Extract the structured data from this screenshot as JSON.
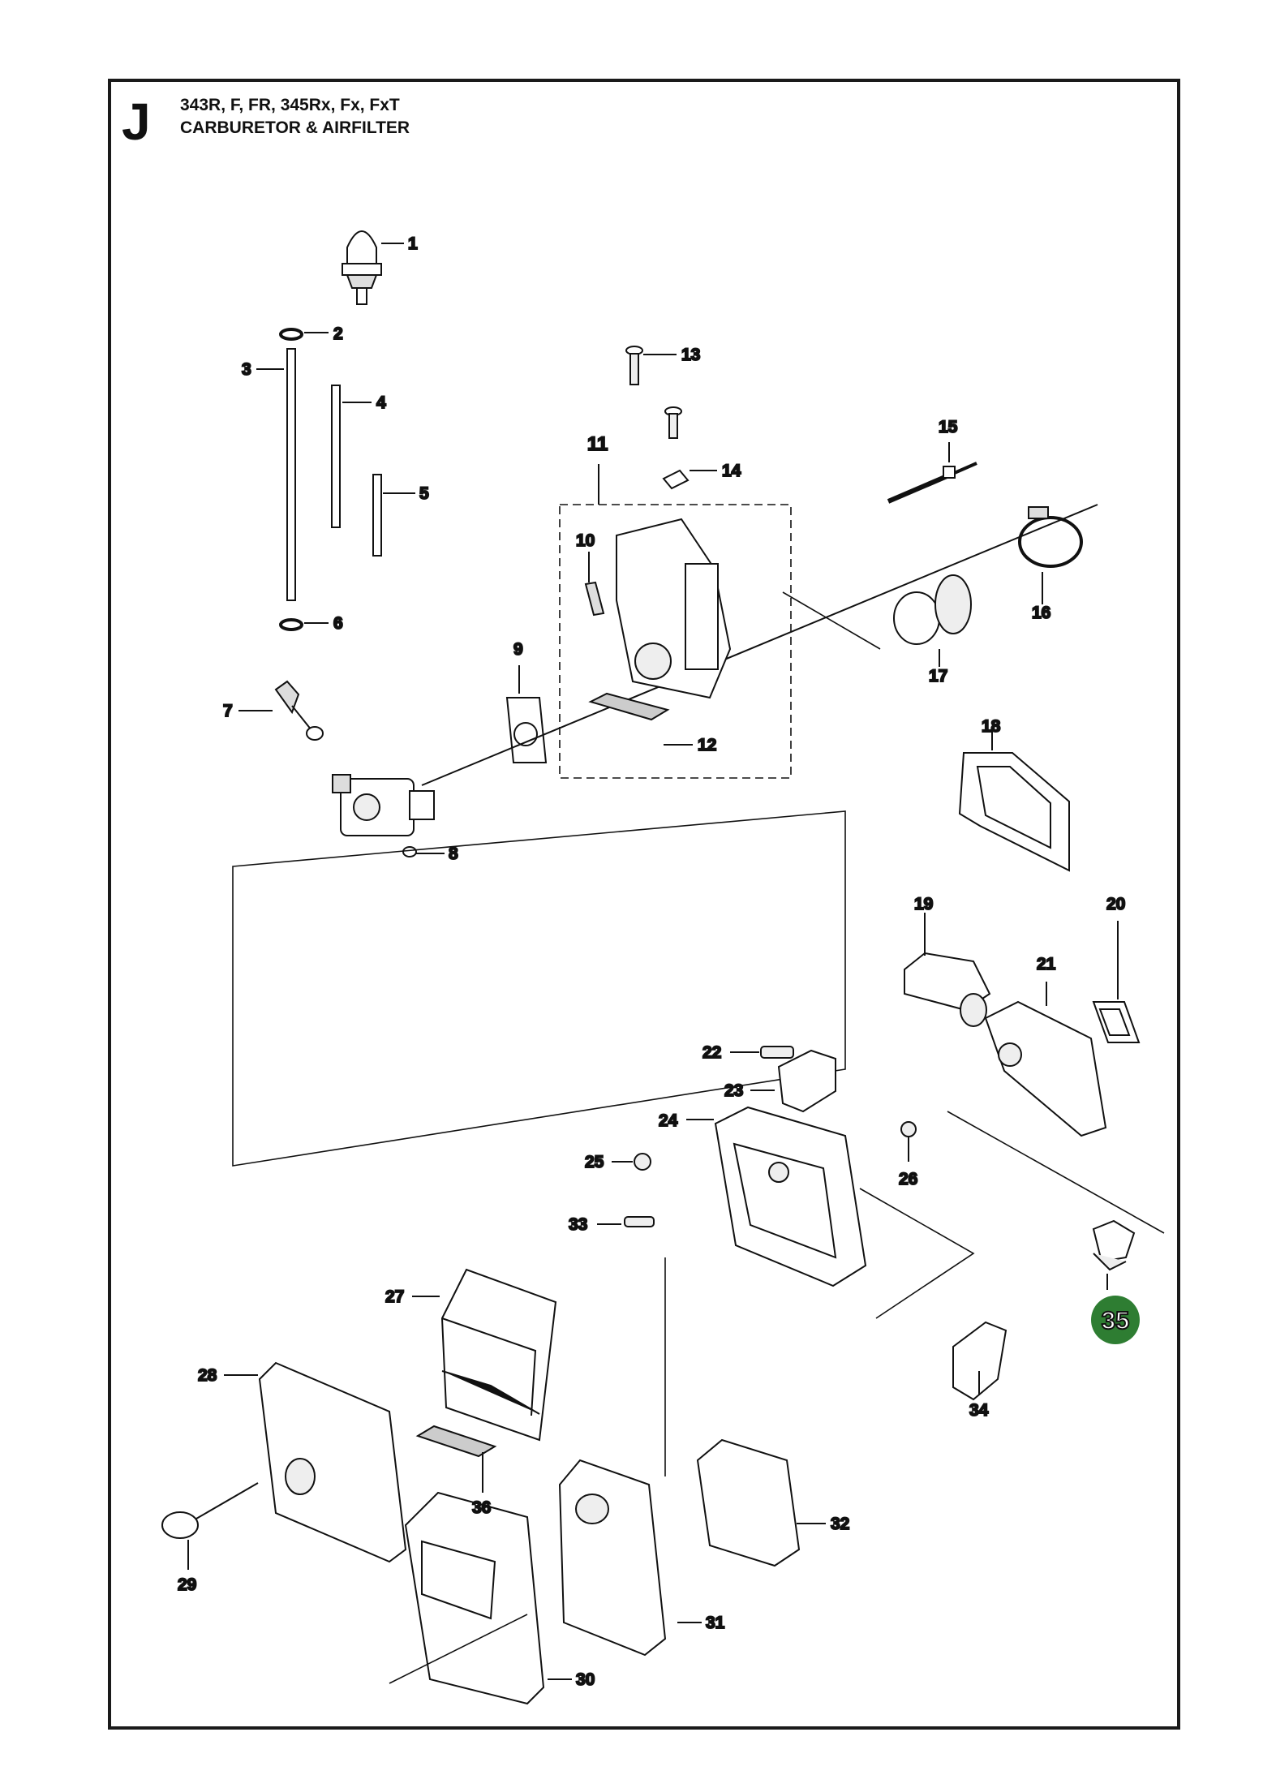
{
  "header": {
    "section_letter": "J",
    "models": "343R, F, FR, 345Rx, Fx, FxT",
    "title": "CARBURETOR & AIRFILTER"
  },
  "colors": {
    "highlight": "#2e7d32",
    "ink": "#111111"
  },
  "parts": {
    "p1": "1",
    "p2": "2",
    "p3": "3",
    "p4": "4",
    "p5": "5",
    "p6": "6",
    "p7": "7",
    "p8": "8",
    "p9": "9",
    "p10": "10",
    "p11": "11",
    "p12": "12",
    "p13": "13",
    "p14": "14",
    "p15": "15",
    "p16": "16",
    "p17": "17",
    "p18": "18",
    "p19": "19",
    "p20": "20",
    "p21": "21",
    "p22": "22",
    "p23": "23",
    "p24": "24",
    "p25": "25",
    "p26": "26",
    "p27": "27",
    "p28": "28",
    "p29": "29",
    "p30": "30",
    "p31": "31",
    "p32": "32",
    "p33": "33",
    "p34": "34",
    "p35": "35",
    "p36": "36"
  },
  "highlighted_part": "35"
}
